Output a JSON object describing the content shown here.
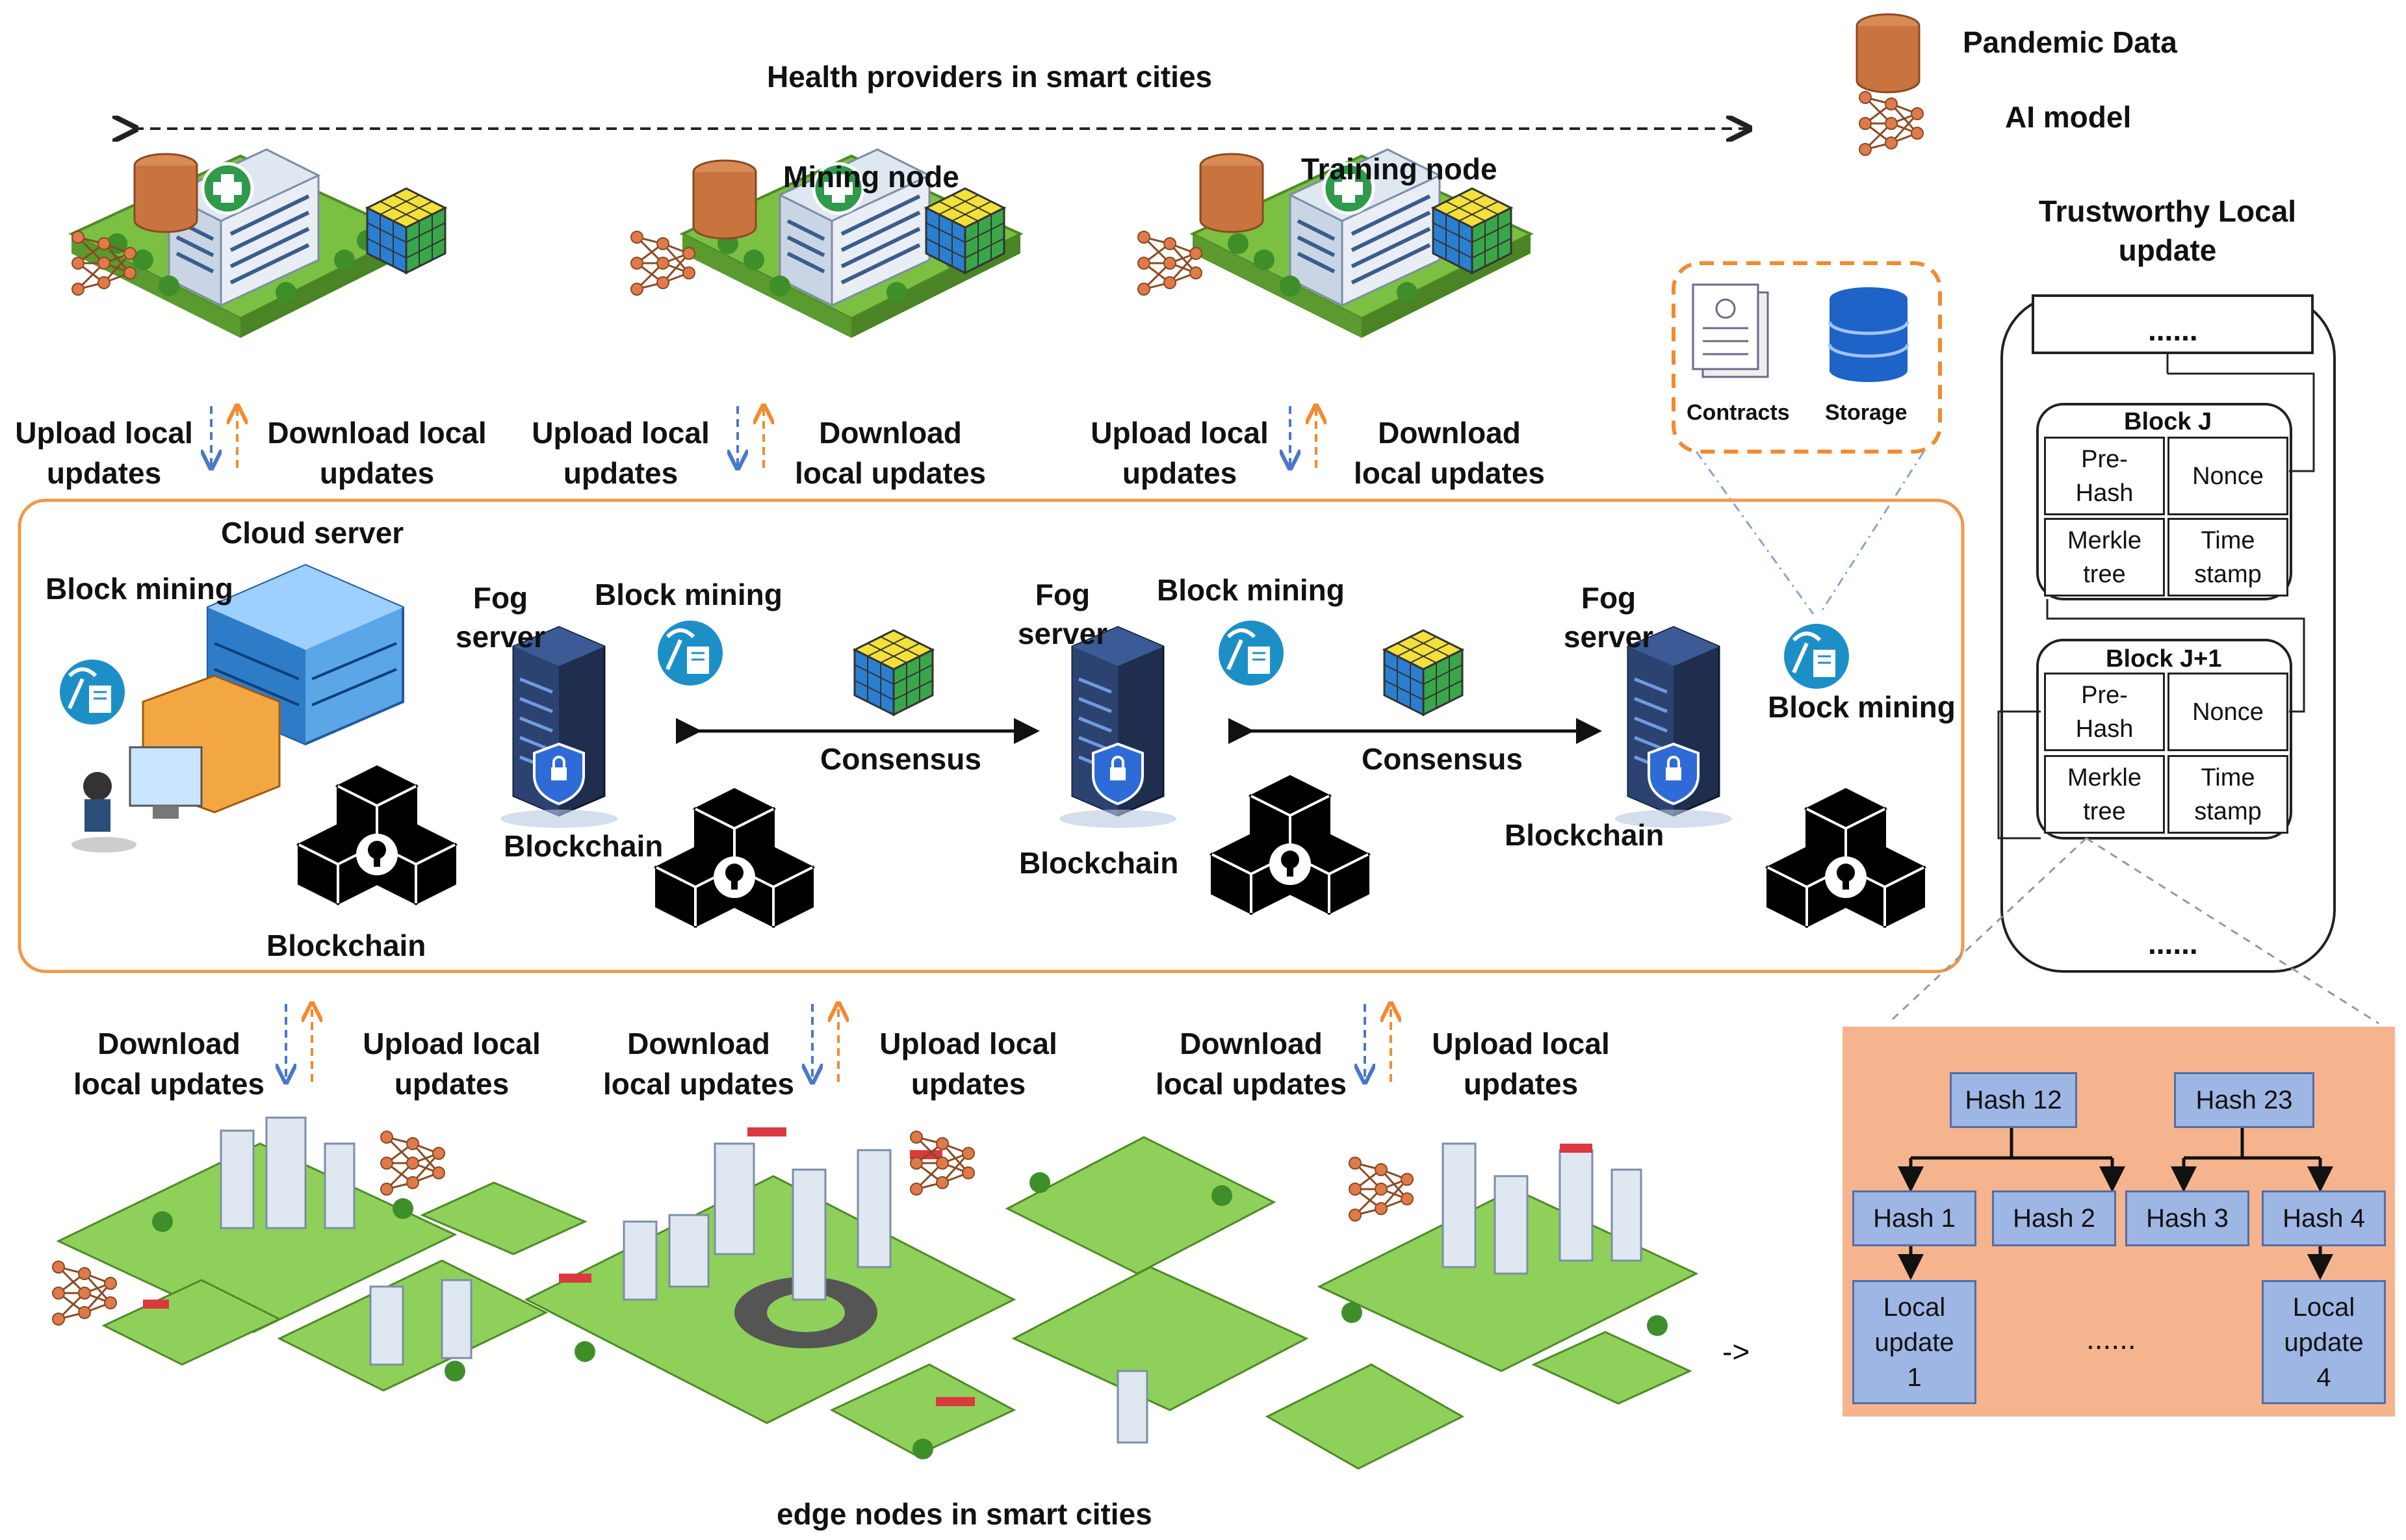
{
  "header": {
    "title": "Health providers in smart cities"
  },
  "legend": {
    "data_label": "Pandemic Data",
    "model_label": "AI model"
  },
  "hospitals": {
    "mining_label": "Mining node",
    "training_label": "Training node"
  },
  "upload_download": {
    "top": [
      {
        "upload": [
          "Upload  local",
          "updates"
        ],
        "download": [
          "Download  local",
          "updates"
        ]
      },
      {
        "upload": [
          "Upload  local",
          "updates"
        ],
        "download": [
          "Download",
          "local updates"
        ]
      },
      {
        "upload": [
          "Upload  local",
          "updates"
        ],
        "download": [
          "Download",
          "local updates"
        ]
      }
    ],
    "bottom": [
      {
        "download": [
          "Download",
          "local updates"
        ],
        "upload": [
          "Upload  local",
          "updates"
        ]
      },
      {
        "download": [
          "Download",
          "local updates"
        ],
        "upload": [
          "Upload  local",
          "updates"
        ]
      },
      {
        "download": [
          "Download",
          "local updates"
        ],
        "upload": [
          "Upload  local",
          "updates"
        ]
      }
    ]
  },
  "contracts_box": {
    "contracts": "Contracts",
    "storage": "Storage"
  },
  "network": {
    "cloud_server": "Cloud server",
    "block_mining": "Block mining",
    "fog_server": [
      "Fog",
      "server"
    ],
    "blockchain": "Blockchain",
    "consensus": "Consensus"
  },
  "ledger": {
    "title": [
      "Trustworthy Local",
      "update"
    ],
    "top_dots": "......",
    "bottom_dots": "......",
    "blocks": [
      {
        "name": "Block J",
        "pre_hash": [
          "Pre-",
          "Hash"
        ],
        "nonce": "Nonce",
        "merkle": [
          "Merkle",
          "tree"
        ],
        "timestamp": [
          "Time",
          "stamp"
        ]
      },
      {
        "name": "Block J+1",
        "pre_hash": [
          "Pre-",
          "Hash"
        ],
        "nonce": "Nonce",
        "merkle": [
          "Merkle",
          "tree"
        ],
        "timestamp": [
          "Time",
          "stamp"
        ]
      }
    ]
  },
  "merkle": {
    "hash12": "Hash 12",
    "hash23": "Hash 23",
    "hash1": "Hash 1",
    "hash2": "Hash 2",
    "hash3": "Hash 3",
    "hash4": "Hash 4",
    "local1": [
      "Local",
      "update",
      "1"
    ],
    "local4": [
      "Local",
      "update",
      "4"
    ],
    "dots": "......",
    "pointer": "->"
  },
  "footer": {
    "title": "edge nodes in smart cities"
  },
  "colors": {
    "orange": "#f28a30",
    "blue_arrow": "#4a78c8",
    "hash_fill": "#9eb6e4",
    "merkle_bg": "#f6b48e",
    "frame": "#ee9a4a"
  }
}
